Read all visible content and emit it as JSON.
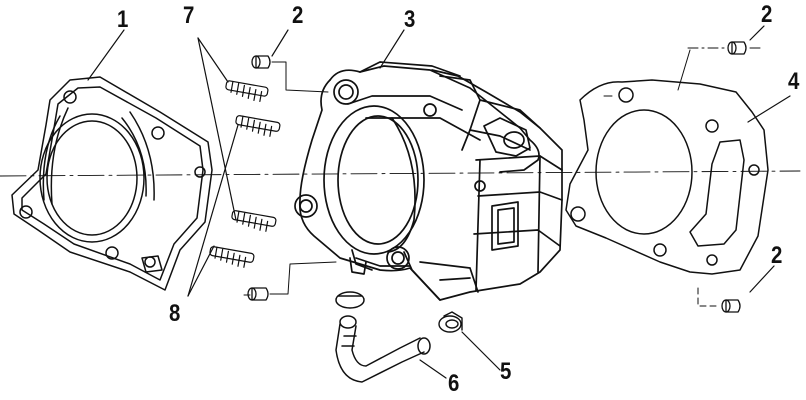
{
  "callouts": {
    "part_1": "1",
    "part_7": "7",
    "part_2_left": "2",
    "part_3": "3",
    "part_2_top_right": "2",
    "part_4": "4",
    "part_2_bottom_right": "2",
    "part_8": "8",
    "part_5": "5",
    "part_6": "6"
  }
}
